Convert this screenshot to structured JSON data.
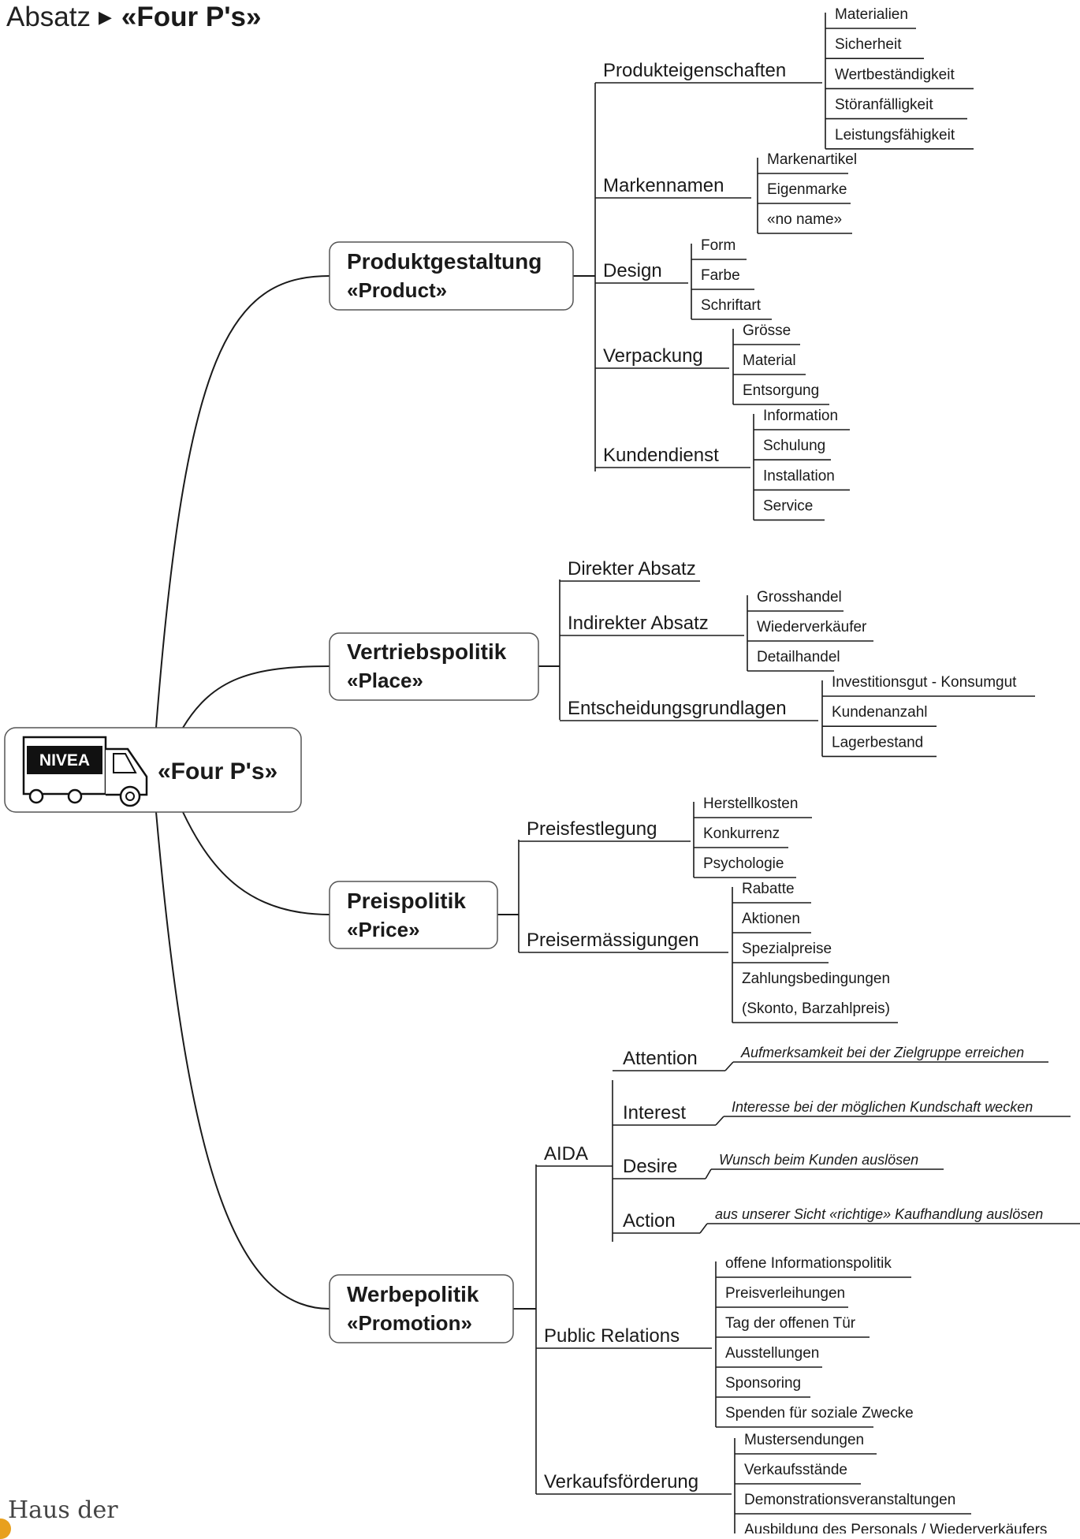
{
  "header": {
    "breadcrumb": "Absatz",
    "title": "«Four P's»"
  },
  "center": {
    "logo_text": "NIVEA",
    "label": "«Four P's»"
  },
  "footer_logo": "Haus der",
  "branches": [
    {
      "title": "Produktgestaltung",
      "subtitle": "«Product»",
      "topics": [
        {
          "label": "Produkteigenschaften",
          "items": [
            "Materialien",
            "Sicherheit",
            "Wertbeständigkeit",
            "Störanfälligkeit",
            "Leistungsfähigkeit"
          ]
        },
        {
          "label": "Markennamen",
          "items": [
            "Markenartikel",
            "Eigenmarke",
            "«no name»"
          ]
        },
        {
          "label": "Design",
          "items": [
            "Form",
            "Farbe",
            "Schriftart"
          ]
        },
        {
          "label": "Verpackung",
          "items": [
            "Grösse",
            "Material",
            "Entsorgung"
          ]
        },
        {
          "label": "Kundendienst",
          "items": [
            "Information",
            "Schulung",
            "Installation",
            "Service"
          ]
        }
      ]
    },
    {
      "title": "Vertriebspolitik",
      "subtitle": "«Place»",
      "topics": [
        {
          "label": "Direkter Absatz",
          "items": []
        },
        {
          "label": "Indirekter Absatz",
          "items": [
            "Grosshandel",
            "Wiederverkäufer",
            "Detailhandel"
          ]
        },
        {
          "label": "Entscheidungsgrundlagen",
          "items": [
            "Investitionsgut - Konsumgut",
            "Kundenanzahl",
            "Lagerbestand"
          ]
        }
      ]
    },
    {
      "title": "Preispolitik",
      "subtitle": "«Price»",
      "topics": [
        {
          "label": "Preisfestlegung",
          "items": [
            "Herstellkosten",
            "Konkurrenz",
            "Psychologie"
          ]
        },
        {
          "label": "Preisermässigungen",
          "items": [
            "Rabatte",
            "Aktionen",
            "Spezialpreise",
            "Zahlungsbedingungen",
            "(Skonto, Barzahlpreis)"
          ]
        }
      ]
    },
    {
      "title": "Werbepolitik",
      "subtitle": "«Promotion»",
      "topics": [
        {
          "label": "AIDA",
          "items": []
        },
        {
          "label": "Public Relations",
          "items": [
            "offene Informationspolitik",
            "Preisverleihungen",
            "Tag der offenen Tür",
            "Ausstellungen",
            "Sponsoring",
            "Spenden für soziale Zwecke"
          ]
        },
        {
          "label": "Verkaufsförderung",
          "items": [
            "Mustersendungen",
            "Verkaufsstände",
            "Demonstrationsveranstaltungen",
            "Ausbildung des Personals / Wiederverkäufers"
          ]
        }
      ]
    }
  ],
  "aida": [
    {
      "label": "Attention",
      "note": "Aufmerksamkeit bei der Zielgruppe erreichen"
    },
    {
      "label": "Interest",
      "note": "Interesse bei der möglichen Kundschaft wecken"
    },
    {
      "label": "Desire",
      "note": "Wunsch beim Kunden auslösen"
    },
    {
      "label": "Action",
      "note": "aus unserer Sicht «richtige» Kaufhandlung auslösen"
    }
  ]
}
